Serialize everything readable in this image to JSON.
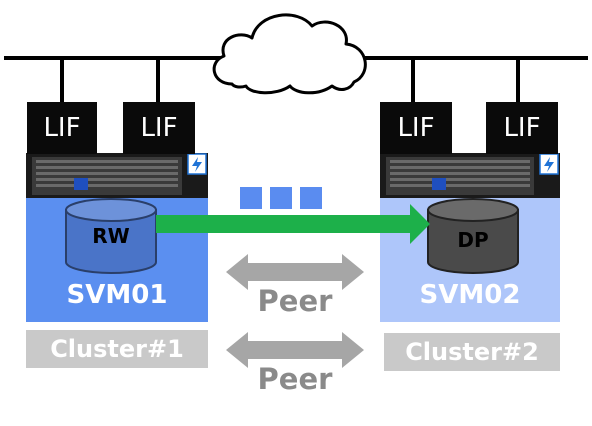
{
  "network": {
    "cloud_icon": "cloud-icon"
  },
  "left": {
    "lif_labels": [
      "LIF",
      "LIF"
    ],
    "volume_label": "RW",
    "svm_label": "SVM01",
    "cluster_label": "Cluster#1",
    "svm_color": "#5b8ff0",
    "volume_color": "#4a74c8"
  },
  "right": {
    "lif_labels": [
      "LIF",
      "LIF"
    ],
    "volume_label": "DP",
    "svm_label": "SVM02",
    "cluster_label": "Cluster#2",
    "svm_color": "#aec6fa",
    "volume_color": "#4a4a4a"
  },
  "replication": {
    "arrow_color": "#1db04a",
    "packet_color": "#5a8cf0"
  },
  "peers": [
    {
      "label": "Peer"
    },
    {
      "label": "Peer"
    }
  ],
  "colors": {
    "peer_arrow": "#a6a6a6",
    "cluster_box": "#c9c9c9"
  }
}
